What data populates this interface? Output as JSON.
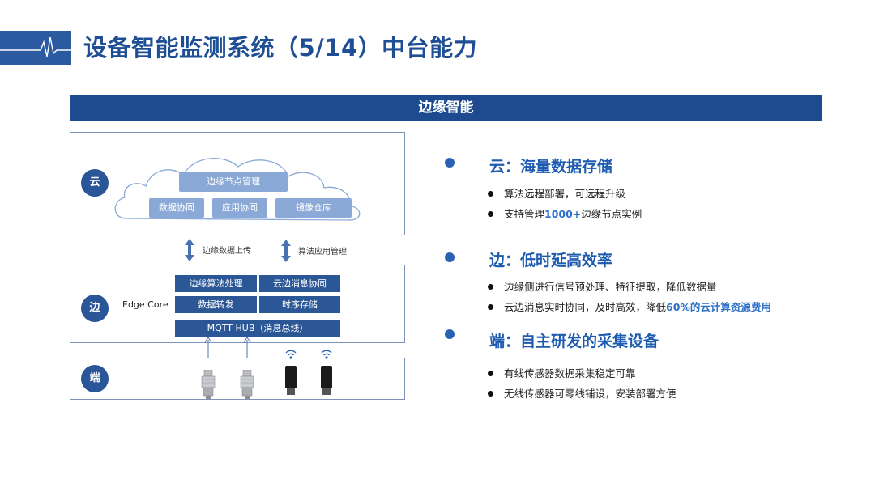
{
  "header": {
    "title": "设备智能监测系统（5/14）中台能力"
  },
  "banner": {
    "title": "边缘智能"
  },
  "diagram": {
    "cloud": {
      "badge": "云",
      "top_box": "边缘节点管理",
      "boxes": [
        "数据协同",
        "应用协同",
        "镜像仓库"
      ]
    },
    "links": {
      "left": "边缘数据上传",
      "right": "算法应用管理"
    },
    "edge": {
      "badge": "边",
      "core_label": "Edge Core",
      "boxes": [
        "边缘算法处理",
        "云边消息协同",
        "数据转发",
        "时序存储"
      ],
      "bus": "MQTT HUB（消息总线）"
    },
    "device": {
      "badge": "端"
    }
  },
  "timeline": {
    "sections": [
      {
        "heading": "云：海量数据存储",
        "bullets": [
          {
            "parts": [
              "算法远程部署，可远程升级"
            ]
          },
          {
            "parts": [
              "支持管理",
              "1000+",
              "边缘节点实例"
            ]
          }
        ]
      },
      {
        "heading": "边：低时延高效率",
        "bullets": [
          {
            "parts": [
              "边缘侧进行信号预处理、特征提取，降低数据量"
            ]
          },
          {
            "parts": [
              "云边消息实时协同，及时高效，降低",
              "60%的云计算资源费用"
            ]
          }
        ]
      },
      {
        "heading": "端：自主研发的采集设备",
        "bullets": [
          {
            "parts": [
              "有线传感器数据采集稳定可靠"
            ]
          },
          {
            "parts": [
              "无线传感器可零线铺设，安装部署方便"
            ]
          }
        ]
      }
    ]
  },
  "colors": {
    "brand_blue": "#1e4b8f",
    "heading_blue": "#1d5bb0",
    "highlight_blue": "#2e6fc7",
    "light_box": "#8aa9d6"
  }
}
